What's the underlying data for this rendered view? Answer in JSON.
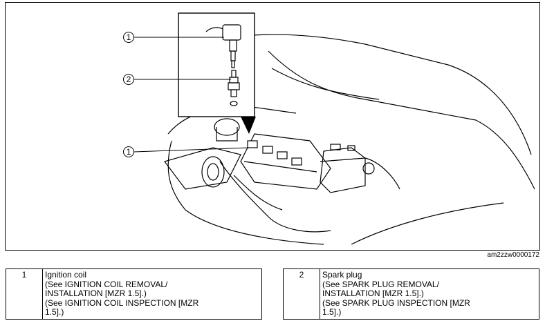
{
  "figure": {
    "callouts": [
      "1",
      "2",
      "1"
    ],
    "code": "am2zzw0000172"
  },
  "legend": [
    {
      "number": "1",
      "title": "Ignition coil",
      "lines": [
        "(See IGNITION COIL REMOVAL/",
        "INSTALLATION [MZR 1.5].)",
        "(See IGNITION COIL INSPECTION [MZR",
        "1.5].)"
      ]
    },
    {
      "number": "2",
      "title": "Spark plug",
      "lines": [
        "(See SPARK PLUG REMOVAL/",
        "INSTALLATION [MZR 1.5].)",
        "(See SPARK PLUG INSPECTION [MZR",
        "1.5].)"
      ]
    }
  ]
}
